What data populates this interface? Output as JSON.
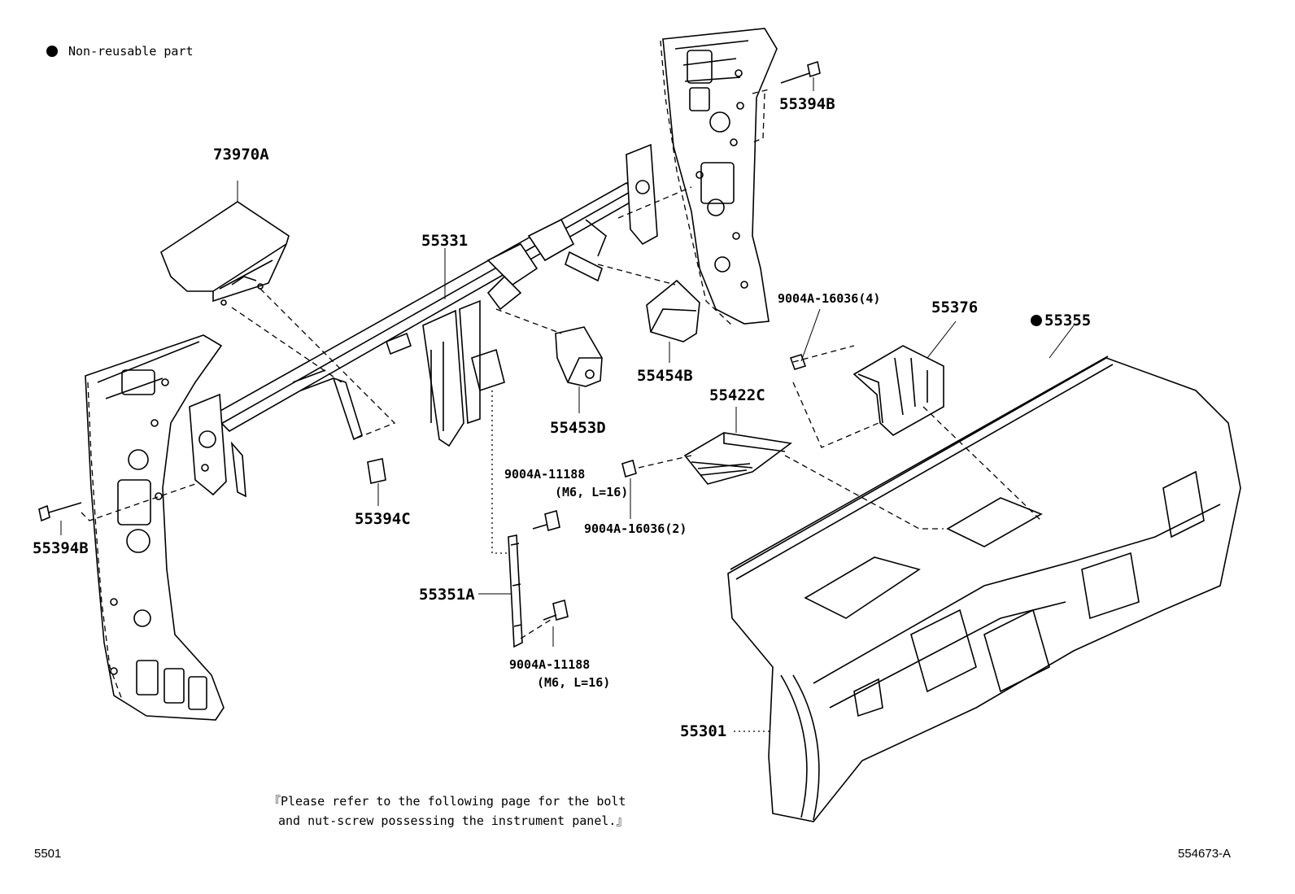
{
  "legend": {
    "symbol": "●",
    "text": "Non-reusable part"
  },
  "parts": {
    "p73970A": "73970A",
    "p55331": "55331",
    "p55394B_top": "55394B",
    "p55394B_left": "55394B",
    "p55394C": "55394C",
    "p55453D": "55453D",
    "p55454B": "55454B",
    "p55422C": "55422C",
    "p55376": "55376",
    "p55355": "55355",
    "p55355_mark": "●",
    "p55351A": "55351A",
    "p55301": "55301"
  },
  "fasteners": {
    "f16036_4": "9004A-16036(4)",
    "f16036_2": "9004A-16036(2)",
    "f11188_a": "9004A-11188",
    "f11188_a_spec": "(M6, L=16)",
    "f11188_b": "9004A-11188",
    "f11188_b_spec": "(M6, L=16)"
  },
  "note": {
    "line1": "『Please refer to the following page for the bolt",
    "line2": "and nut-screw possessing the instrument panel.』"
  },
  "footer": {
    "left": "5501",
    "right": "554673-A"
  }
}
